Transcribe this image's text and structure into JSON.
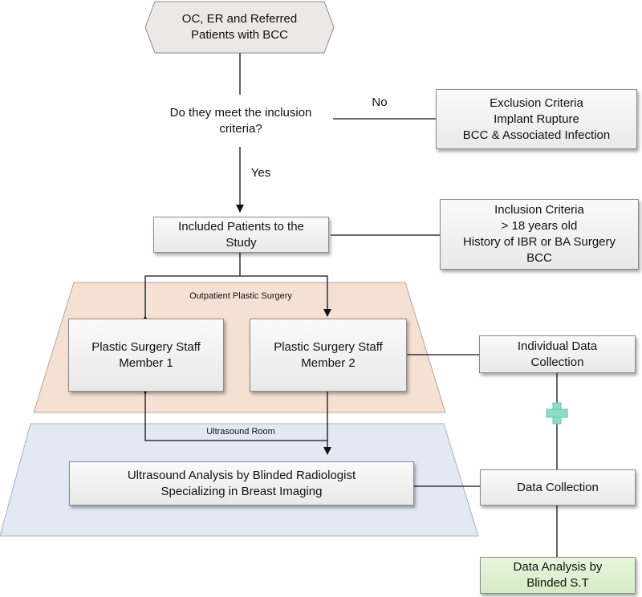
{
  "start": "OC, ER and Referred\nPatients with BCC",
  "decision": "Do they meet the inclusion\ncriteria?",
  "no_label": "No",
  "yes_label": "Yes",
  "exclusion": "Exclusion Criteria\nImplant Rupture\nBCC & Associated Infection",
  "included": "Included Patients to the\nStudy",
  "inclusion": "Inclusion Criteria\n> 18 years old\nHistory of IBR or BA Surgery\nBCC",
  "outpatient_zone": "Outpatient Plastic Surgery",
  "staff1": "Plastic Surgery Staff\nMember 1",
  "staff2": "Plastic Surgery Staff\nMember 2",
  "individual_data": "Individual Data\nCollection",
  "ultrasound_zone": "Ultrasound Room",
  "ultrasound": "Ultrasound Analysis by Blinded Radiologist\nSpecializing in Breast Imaging",
  "data_collection": "Data Collection",
  "data_analysis": "Data Analysis by\nBlinded S.T",
  "colors": {
    "outpatient_zone": "#f4e1d3",
    "ultrasound_zone": "#e2e9f4",
    "start_node": "#ece8e8",
    "analysis_node": "#dcefcd",
    "plus_sign": "#8fdcc6"
  },
  "icons": {
    "combine": "plus-icon"
  }
}
